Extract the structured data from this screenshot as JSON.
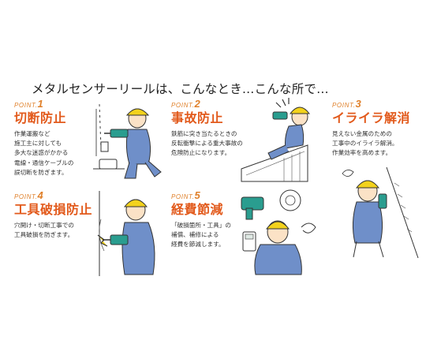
{
  "headline": "メタルセンサーリールは、こんなとき…こんな所で…",
  "points": [
    {
      "label": "POINT.",
      "num": "1",
      "title": "切断防止",
      "desc": "作業運搬など\n施工主に対しても\n多大な迷惑がかかる\n電線・通信ケーブルの\n誤切断を防ぎます。"
    },
    {
      "label": "POINT.",
      "num": "2",
      "title": "事故防止",
      "desc": "鉄筋に突き当たるときの\n反転衝撃による重大事故の\n危険防止になります。"
    },
    {
      "label": "POINT.",
      "num": "3",
      "title": "イライラ解消",
      "desc": "見えない金属のための\n工事中のイライラ解消。\n作業効率を高めます。"
    },
    {
      "label": "POINT.",
      "num": "4",
      "title": "工具破損防止",
      "desc": "穴開け・切断工事での\n工具破損を防ぎます。"
    },
    {
      "label": "POINT.",
      "num": "5",
      "title": "経費節減",
      "desc": "「破損箇所・工具」の\n補償、補修による\n経費を節減します。"
    }
  ],
  "colors": {
    "accent": "#e25a1c",
    "point_label": "#e0802a",
    "uniform": "#6f8fc9",
    "helmet": "#f3d21c",
    "drill": "#2a9d8f"
  }
}
